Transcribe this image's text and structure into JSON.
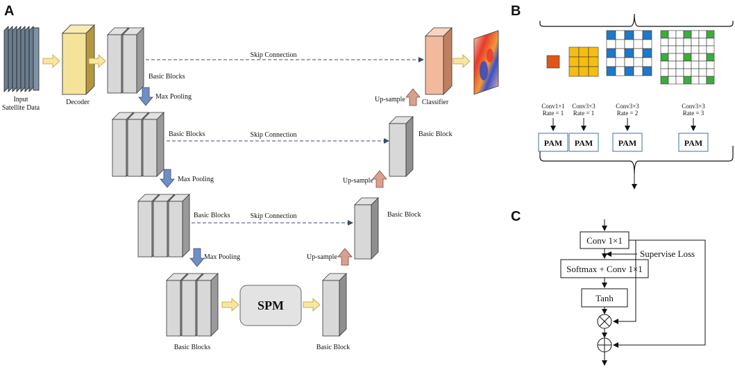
{
  "panels": {
    "a": "A",
    "b": "B",
    "c": "C"
  },
  "panel_a": {
    "input_label": [
      "Input",
      "Satellite Data"
    ],
    "decoder": "Decoder",
    "classifier": "Classifier",
    "skip": "Skip Connection",
    "basic_blocks": "Basic Blocks",
    "basic_block": "Basic Block",
    "max_pooling": "Max Pooling",
    "up_sample": "Up-sample",
    "spm": "SPM"
  },
  "panel_b": {
    "convs": [
      {
        "op": "Conv1×1",
        "rate": "Rate = 1"
      },
      {
        "op": "Conv3×3",
        "rate": "Rate = 1"
      },
      {
        "op": "Conv3×3",
        "rate": "Rate = 2"
      },
      {
        "op": "Conv3×3",
        "rate": "Rate = 3"
      }
    ],
    "pam": "PAM",
    "colors": {
      "orange": "#e0561a",
      "yellow": "#f6be12",
      "blue": "#1f78c8",
      "green": "#3cac3c"
    }
  },
  "panel_c": {
    "conv": "Conv 1×1",
    "supervise": "Supervise Loss",
    "softmax": "Softmax + Conv 1×1",
    "tanh": "Tanh"
  }
}
